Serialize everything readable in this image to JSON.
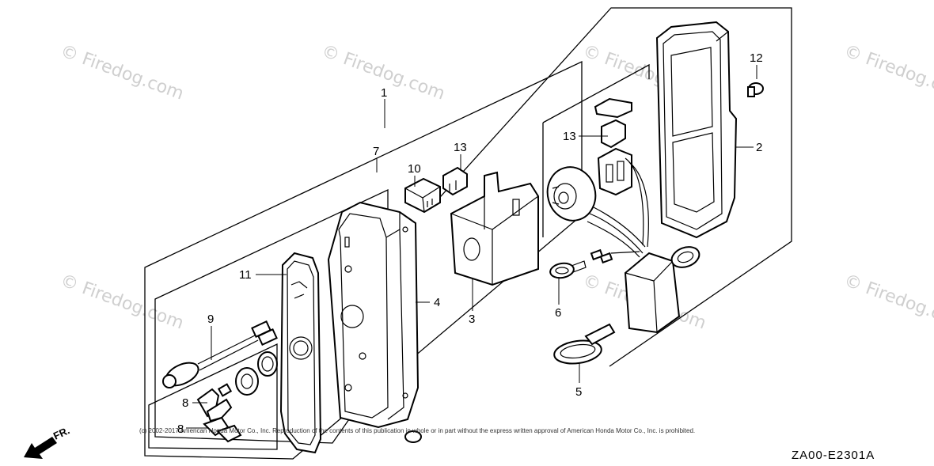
{
  "diagram": {
    "watermark_text": "© Firedog.com",
    "copyright": "(c) 2002-2017 American Honda Motor Co., Inc. Reproduction of the contents of this publication in whole or in part without the express written approval of American Honda Motor Co., Inc. is prohibited.",
    "diagram_code": "ZA00-E2301A",
    "direction_label": "FR.",
    "callouts": {
      "c1": "1",
      "c2": "2",
      "c3": "3",
      "c4": "4",
      "c5": "5",
      "c6": "6",
      "c7": "7",
      "c8a": "8",
      "c8b": "8",
      "c9": "9",
      "c10": "10",
      "c11": "11",
      "c12": "12",
      "c13a": "13",
      "c13b": "13"
    }
  }
}
